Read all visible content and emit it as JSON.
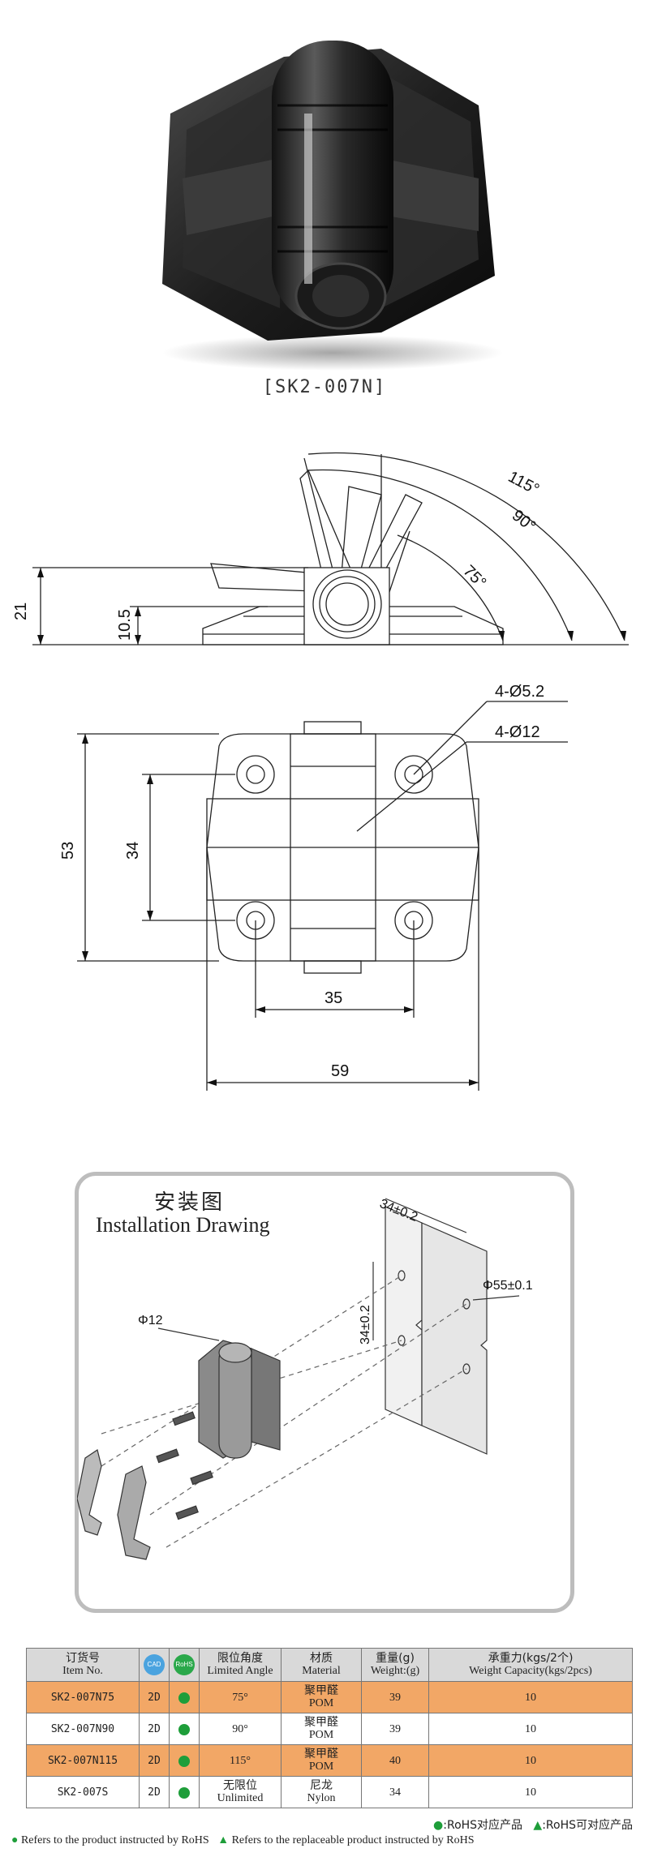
{
  "product": {
    "caption": "[SK2-007N]"
  },
  "side_view": {
    "angle_labels": [
      "115°",
      "90°",
      "75°"
    ],
    "height_labels": [
      "21",
      "10.5"
    ]
  },
  "top_view": {
    "hole_labels": [
      "4-Ø5.2",
      "4-Ø12"
    ],
    "dimensions": [
      "53",
      "34",
      "35",
      "59"
    ]
  },
  "installation": {
    "title_zh": "安装图",
    "title_en": "Installation Drawing",
    "labels": {
      "pitch": "34±0.2",
      "pitch_vertical": "34±0.2",
      "panel_hole": "Φ55±0.1",
      "hinge_dia": "Φ12"
    }
  },
  "table": {
    "headers": [
      {
        "zh": "订货号",
        "en": "Item No."
      },
      {
        "icon": "cad-icon",
        "text": "CAD"
      },
      {
        "icon": "rohs-icon",
        "text": "RoHS"
      },
      {
        "zh": "限位角度",
        "en": "Limited Angle"
      },
      {
        "zh": "材质",
        "en": "Material"
      },
      {
        "zh": "重量(g)",
        "en": "Weight:(g)"
      },
      {
        "zh": "承重力(kgs/2个)",
        "en": "Weight Capacity(kgs/2pcs)"
      }
    ],
    "rows": [
      {
        "item": "SK2-007N75",
        "cad": "2D",
        "angle": "75°",
        "angle_en": "",
        "material_zh": "聚甲醛",
        "material_en": "POM",
        "weight": "39",
        "capacity": "10",
        "highlight": true
      },
      {
        "item": "SK2-007N90",
        "cad": "2D",
        "angle": "90°",
        "angle_en": "",
        "material_zh": "聚甲醛",
        "material_en": "POM",
        "weight": "39",
        "capacity": "10",
        "highlight": false
      },
      {
        "item": "SK2-007N115",
        "cad": "2D",
        "angle": "115°",
        "angle_en": "",
        "material_zh": "聚甲醛",
        "material_en": "POM",
        "weight": "40",
        "capacity": "10",
        "highlight": true
      },
      {
        "item": "SK2-007S",
        "cad": "2D",
        "angle": "无限位",
        "angle_en": "Unlimited",
        "material_zh": "尼龙",
        "material_en": "Nylon",
        "weight": "34",
        "capacity": "10",
        "highlight": false
      }
    ]
  },
  "legend": {
    "zh_dot": ":RoHS对应产品",
    "zh_tri": ":RoHS可对应产品",
    "en_dot": "Refers to the product instructed by RoHS",
    "en_tri": "Refers to the replaceable product instructed by RoHS"
  },
  "colors": {
    "highlight_row": "#f2a766",
    "rohs_green": "#1e9e3a",
    "header_gray": "#d9d9d9"
  }
}
